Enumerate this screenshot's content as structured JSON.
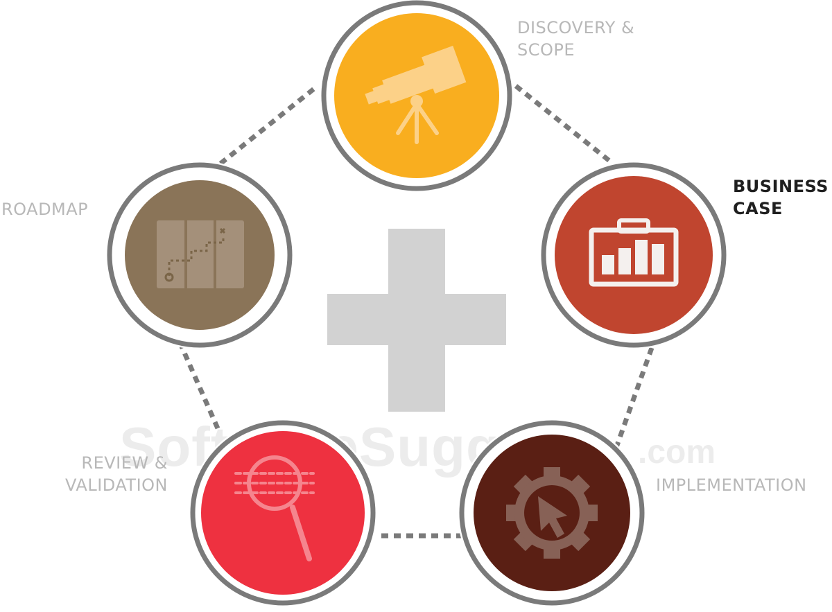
{
  "watermark": {
    "brand": "SoftwareSuggest",
    "suffix": ".com"
  },
  "stages": [
    {
      "id": "discovery",
      "label_lines": [
        "DISCOVERY &",
        "SCOPE"
      ],
      "color": "#f9ae1f",
      "icon": "telescope-icon",
      "highlighted": false
    },
    {
      "id": "business",
      "label_lines": [
        "BUSINESS",
        "CASE"
      ],
      "color": "#c0452f",
      "icon": "briefcase-chart-icon",
      "highlighted": true
    },
    {
      "id": "implementation",
      "label_lines": [
        "IMPLEMENTATION"
      ],
      "color": "#5a1f14",
      "icon": "gear-cursor-icon",
      "highlighted": false
    },
    {
      "id": "review",
      "label_lines": [
        "REVIEW &",
        "VALIDATION"
      ],
      "color": "#ee3140",
      "icon": "magnifier-icon",
      "highlighted": false
    },
    {
      "id": "roadmap",
      "label_lines": [
        "ROADMAP"
      ],
      "color": "#8a7458",
      "icon": "map-icon",
      "highlighted": false
    }
  ],
  "center": {
    "icon": "plus-icon",
    "color": "#d2d2d2"
  },
  "ring": {
    "color": "#7a7a7a",
    "connector_color": "#7a7a7a"
  }
}
